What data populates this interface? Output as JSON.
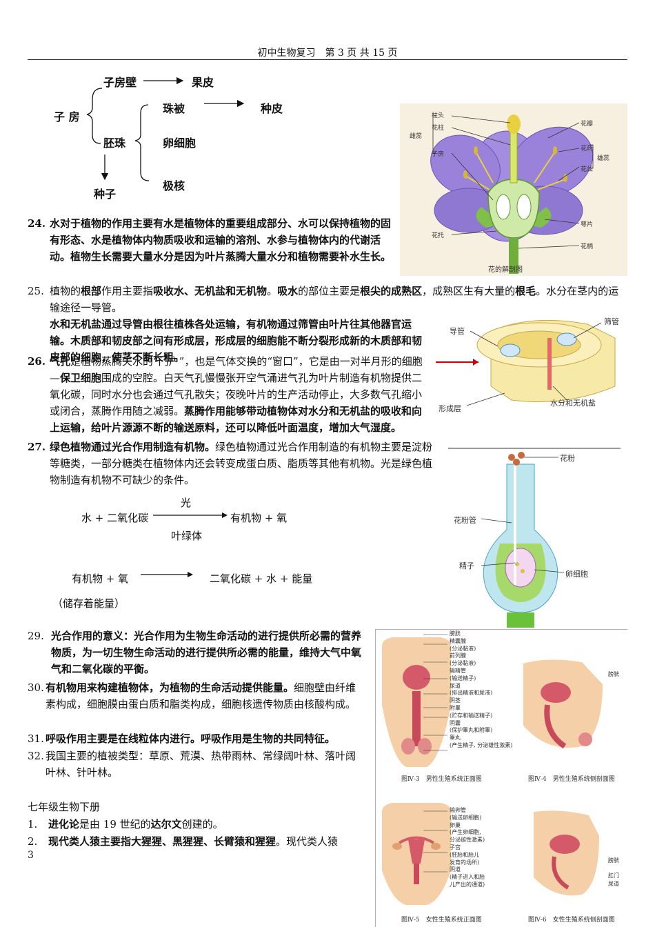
{
  "header": {
    "text": "初中生物复习　第 3 页 共 15 页"
  },
  "ovary_diagram": {
    "ovary": "子 房",
    "ovary_wall": "子房壁",
    "pericarp": "果皮",
    "ovule": "胚珠",
    "integument": "珠被",
    "seed_coat": "种皮",
    "egg_cell": "卵细胞",
    "polar_nuclei": "极核",
    "seed": "种子"
  },
  "flower_figure": {
    "caption": "花的解剖图",
    "labels": {
      "stigma": "柱头",
      "style": "花柱",
      "pistil": "雌蕊",
      "ovary": "子房",
      "petal": "花瓣",
      "anther": "花药",
      "filament": "花丝",
      "stamen": "雄蕊",
      "sepal": "萼片",
      "receptacle": "花托",
      "pedicel": "花柄"
    }
  },
  "stem_figure": {
    "labels": {
      "vessel": "导管",
      "sieve": "筛管",
      "cambium": "形成层",
      "water": "水分和无机盐"
    }
  },
  "pollen_figure": {
    "labels": {
      "pollen": "花粉",
      "tube": "花粉管",
      "sperm": "精子",
      "egg": "卵细胞"
    }
  },
  "p24": {
    "num": "24.",
    "text": "水对于植物的作用主要有水是植物体的重要组成部分、水可以保持植物的固有形态、水是植物体内物质吸收和运输的溶剂、水参与植物体内的代谢活动。植物生长需要大量水分是因为叶片蒸腾大量水分和植物需要补水生长。"
  },
  "p25": {
    "num": "25.",
    "s1": "植物的",
    "s2": "根部",
    "s3": "作用主要指",
    "s4": "吸收水、无机盐和无机物",
    "s5": "。",
    "s6": "吸水",
    "s7": "的部位主要是",
    "s8": "根尖的成熟区",
    "s9": "，成熟区生有大量的",
    "s10": "根毛",
    "s11": "。水分在茎内的运输途径一导管。",
    "s12": "水和无机盐通过导管由根往植株各处运输，有机物通过筛管由叶片往其他器官运输。木质部和韧皮部之间有形成层，形成层的细胞能不断分裂形成新的木质部和韧皮部的细胞，使茎不断长粗。"
  },
  "p26": {
    "num": "26.",
    "s1": "气孔",
    "s2": "是植物蒸腾失水的“门户”，也是气体交换的“窗口”，它是由一对半月形的细胞—",
    "s3": "保卫细胞",
    "s4": "围成的空腔。白天气孔慢慢张开空气涌进气孔为叶片制造有机物提供二氧化碳，同时水分也会通过气孔散失；夜晚叶片的生产活动停止，大多数气孔缩小或闭合，蒸腾作用随之减弱。",
    "s5": "蒸腾作用能够带动植物体对水分和无机盐的吸收和向上运输，给叶片源源不断的输送原料，还可以降低叶面温度，增加大气湿度。"
  },
  "p27": {
    "num": "27.",
    "s1": "绿色植物通过光合作用制造有机物。",
    "s2": "绿色植物通过光合作用制造的有机物主要是淀粉等糖类，一部分糖类在植物体内还会转变成蛋白质、脂质等其他有机物。光是绿色植物制造有机物不可缺少的条件。"
  },
  "eq1": {
    "left": "水 + 二氧化碳",
    "above": "光",
    "right": "有机物 + 氧",
    "below": "叶绿体"
  },
  "eq2": {
    "left": "有机物 + 氧",
    "right": "二氧化碳 + 水 + 能量",
    "note": "（储存着能量）"
  },
  "p29": {
    "num": "29.",
    "text": "光合作用的意义：光合作用为生物生命活动的进行提供所必需的营养物质，为一切生物生命活动的进行提供所必需的能量，维持大气中氧气和二氧化碳的平衡。"
  },
  "p30": {
    "num": "30.",
    "s1": "有机物用来构建植物体，为植物的生命活动提供能量。",
    "s2": "细胞壁由纤维素构成，细胞膜由蛋白质和脂类构成，细胞核遗传物质由核酸构成。"
  },
  "p31": {
    "num": "31.",
    "text": "呼吸作用主要是在线粒体内进行。呼吸作用是生物的共同特征。"
  },
  "p32": {
    "num": "32.",
    "text": "我国主要的植被类型：草原、荒漠、热带雨林、常绿阔叶林、落叶阔叶林、针叶林。"
  },
  "section": {
    "title": "七年级生物下册"
  },
  "q1": {
    "num": "1.",
    "s1": "进化论",
    "s2": "是由 19 世纪的",
    "s3": "达尔文",
    "s4": "创建的。"
  },
  "q2": {
    "num": "2.",
    "s1": "现代类人猿主要指大猩猩、黑猩猩、长臂猿和猩猩",
    "s2": "。现代类人猿"
  },
  "footer": {
    "page": "3"
  },
  "repro_figures": {
    "top_labels": [
      "膀胱",
      "精囊腺",
      "(分泌黏液)",
      "前列腺",
      "(分泌黏液)",
      "输精管",
      "(输送精子)",
      "尿道",
      "(排出精液和尿液)",
      "阴茎",
      "附睾",
      "(贮存和输送精子)",
      "阴囊",
      "(保护睾丸和附睾)",
      "睾丸",
      "(产生精子, 分泌雄性激素)"
    ],
    "top_side_label": "膀胱",
    "cap3": "图Ⅳ-3　男性生殖系统正面图",
    "cap4": "图Ⅳ-4　男性生殖系统侧剖面图",
    "bottom_labels": [
      "输卵管",
      "(输送卵细胞)",
      "卵巢",
      "(产生卵细胞,",
      "分泌雌性激素)",
      "子宫",
      "(胚胎和胎儿",
      "发育的场所)",
      "阴道",
      "(精子进入和胎",
      "儿产出的通道)"
    ],
    "bottom_side_labels": [
      "膀胱",
      "肛门",
      "尿道"
    ],
    "cap5": "图Ⅳ-5　女性生殖系统正面图",
    "cap6": "图Ⅳ-6　女性生殖系统侧剖面图"
  }
}
